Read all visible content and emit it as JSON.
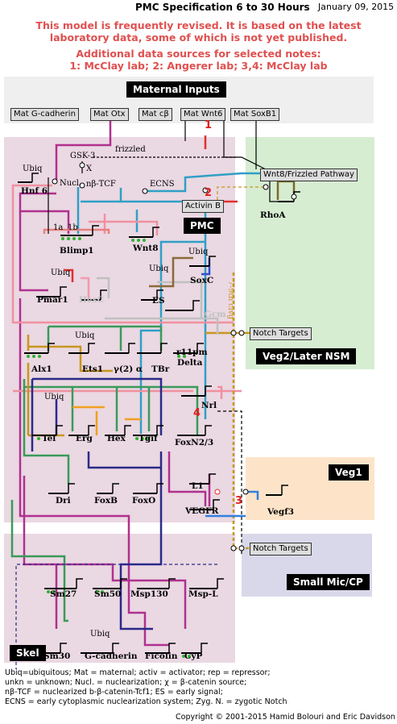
{
  "header": {
    "title": "PMC Specification 6 to 30 Hours",
    "date": "January 09, 2015",
    "note_line1": "This model is frequently revised. It is based on the latest",
    "note_line2": "laboratory data, some of which is not yet published.",
    "sources_line1": "Additional data sources for selected notes:",
    "sources_line2": "1: McClay lab; 2: Angerer lab; 3,4: McClay lab"
  },
  "regions": {
    "maternal": "Maternal Inputs",
    "pmc": "PMC",
    "veg2": "Veg2/Later NSM",
    "veg1": "Veg1",
    "smallmic": "Small Mic/CP",
    "skel": "Skel"
  },
  "maternal_boxes": [
    "Mat G-cadherin",
    "Mat Otx",
    "Mat cβ",
    "Mat Wnt6",
    "Mat SoxB1"
  ],
  "pathway_boxes": {
    "wnt8": "Wnt8/Frizzled Pathway",
    "activin": "Activin B",
    "notch1": "Notch Targets",
    "notch2": "Notch Targets"
  },
  "labels": {
    "gsk3": "GSK-3",
    "frizzled": "frizzled",
    "x": "X",
    "nucl": "Nucl.",
    "nbtcf": "nβ-TCF",
    "ecns": "ECNS",
    "ubiq1": "Ubiq",
    "ubiq2": "Ubiq",
    "ubiq3": "Ubiq",
    "ubiq4": "Ubiq",
    "ubiq5": "Ubiq",
    "ubiq6": "Ubiq",
    "ubiq7": "Ubiq",
    "ubiq8": "Ubiq",
    "cleavage": "7-9th clvg",
    "one_a": "1a",
    "one_b": "1b"
  },
  "genes": {
    "hnf6": "Hnf 6",
    "blimp1": "Blimp1",
    "wnt8": "Wnt8",
    "rhoa": "RhoA",
    "soxc": "SoxC",
    "pmar1": "Pmar1",
    "hesc": "HesC",
    "es": "ES",
    "gcm": "Gcm",
    "alx1": "Alx1",
    "ets1": "Ets1",
    "y2a": "γ(2) α",
    "tbr": "TBr",
    "r11pm": "r11pm",
    "delta": "Delta",
    "nrl": "Nrl",
    "tel": "Tel",
    "erg": "Erg",
    "hex": "Hex",
    "tgif": "Tgif",
    "foxn23": "FoxN2/3",
    "dri": "Dri",
    "foxb": "FoxB",
    "foxo": "FoxO",
    "l1": "L1",
    "vegfr": "VEGFR",
    "vegf3": "Vegf3",
    "sm27": "Sm27",
    "sm50": "Sm50",
    "msp130": "Msp130",
    "mspl": "Msp-L",
    "sm30": "Sm30",
    "gcadherin": "G-cadherin",
    "ficolin": "Ficolin",
    "cyp": "CyP"
  },
  "notes": {
    "n1": "1",
    "n2": "2",
    "n3": "3",
    "n4": "4"
  },
  "footer": {
    "l1": "Ubiq=ubiquitous; Mat = maternal; activ = activator; rep = repressor;",
    "l2": "unkn = unknown; Nucl. = nuclearization; χ = β-catenin source;",
    "l3": "nβ-TCF = nuclearized b-β-catenin-Tcf1; ES = early signal;",
    "l4": "ECNS = early cytoplasmic nuclearization system; Zyg. N. = zygotic Notch",
    "copyright": "Copyright © 2001-2015 Hamid Bolouri and Eric Davidson"
  },
  "colors": {
    "pmc_bg": "#ead8e2",
    "veg2_bg": "#d6edd2",
    "veg1_bg": "#fde4c9",
    "smallmic_bg": "#d8d8ea",
    "maternal_bg": "#efefef",
    "note_red": "#e05050",
    "teal": "#2f9fc6",
    "magenta": "#b0308f",
    "green": "#3a9a5a",
    "gold": "#c8961e",
    "navy": "#2a2a8a"
  }
}
